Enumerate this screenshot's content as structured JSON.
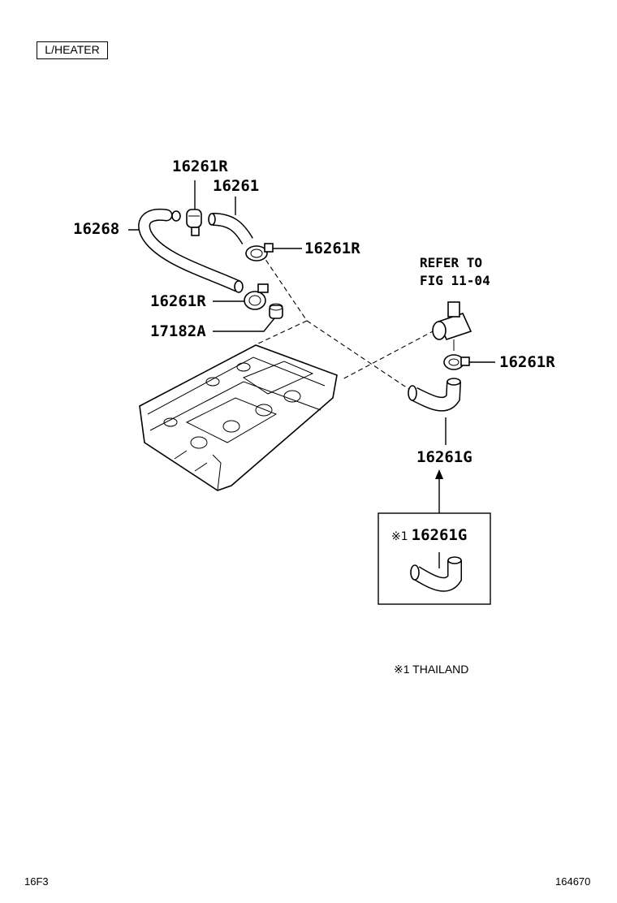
{
  "header": {
    "section_tag": "L/HEATER"
  },
  "callouts": {
    "clamp_top": "16261R",
    "hose_upper": "16261",
    "hose_long": "16268",
    "clamp_right_upper": "16261R",
    "clamp_left_mid": "16261R",
    "union": "17182A",
    "clamp_right_lower": "16261R",
    "hose_g": "16261G"
  },
  "reference": {
    "line1": "REFER TO",
    "line2": "FIG 11-04"
  },
  "inset": {
    "mark": "※1",
    "part": "16261G"
  },
  "notes": {
    "thailand": "※1 THAILAND"
  },
  "footer": {
    "left_code": "16F3",
    "right_code": "164670"
  }
}
